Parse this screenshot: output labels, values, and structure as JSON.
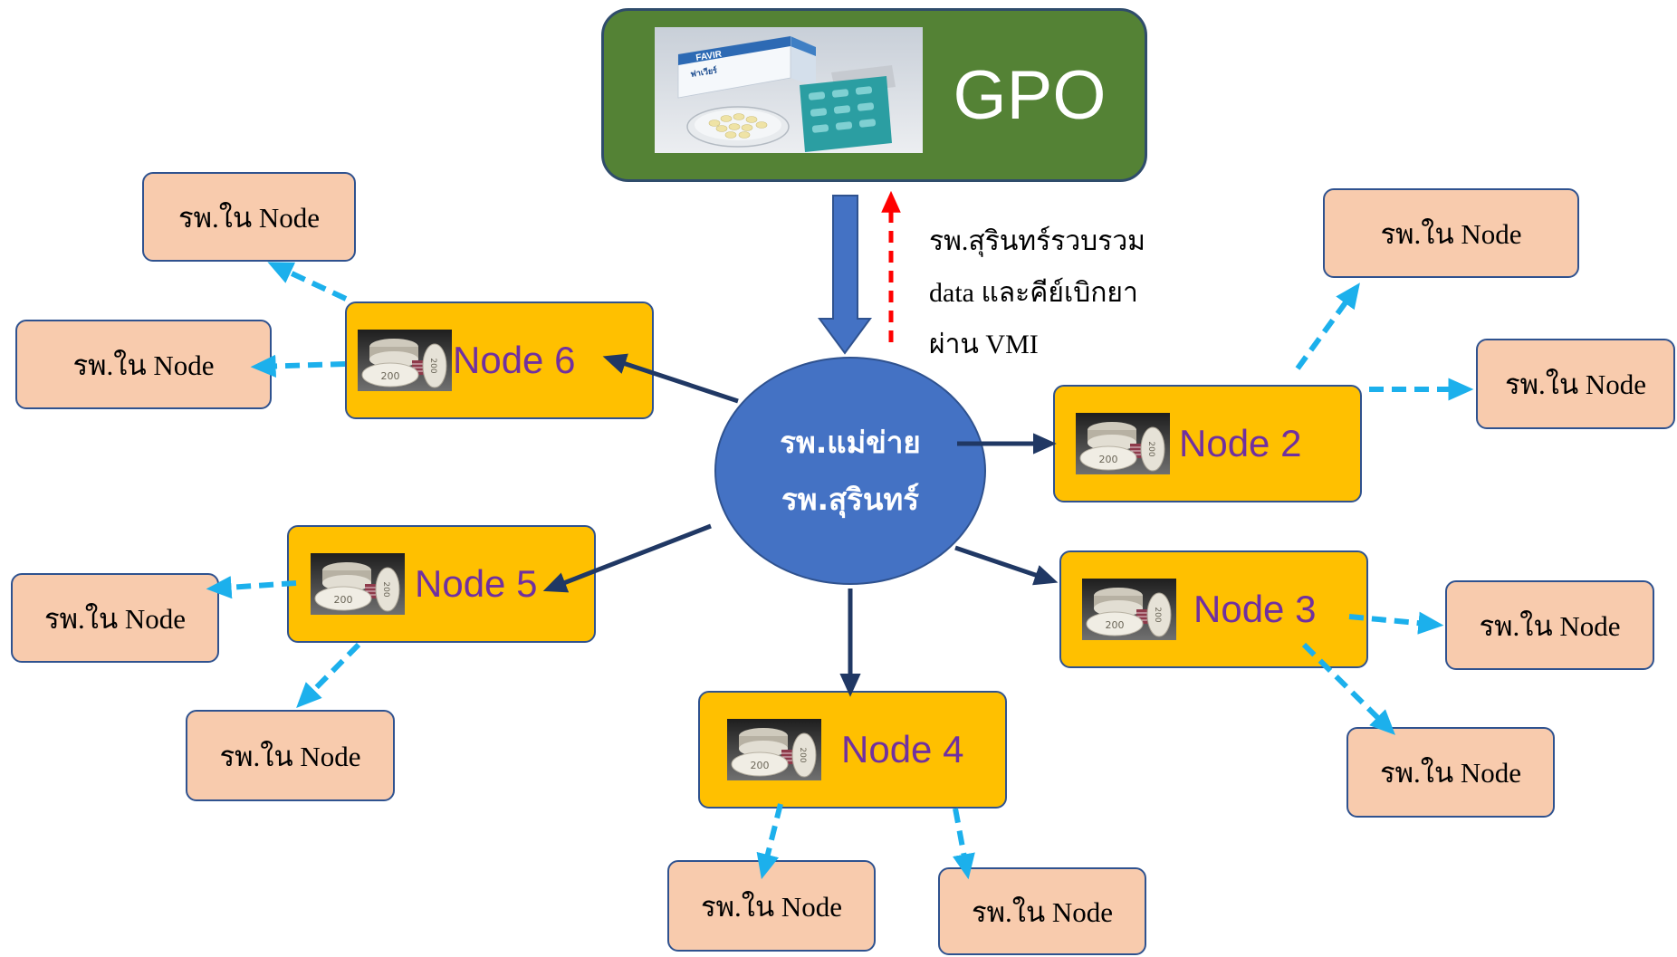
{
  "gpo": {
    "label": "GPO",
    "product_brand": "FAVIR",
    "product_name_th": "ฟาเวียร์"
  },
  "pill_strength": "200",
  "hub": {
    "line1": "รพ.แม่ข่าย",
    "line2": "รพ.สุรินทร์"
  },
  "note": {
    "line1": "รพ.สุรินทร์รวบรวม",
    "line2": "data และคีย์เบิกยา",
    "line3": "ผ่าน VMI"
  },
  "nodes": [
    {
      "label": "Node 6",
      "hospitals": [
        "รพ.ใน Node",
        "รพ.ใน Node"
      ]
    },
    {
      "label": "Node 2",
      "hospitals": [
        "รพ.ใน Node",
        "รพ.ใน Node"
      ]
    },
    {
      "label": "Node 5",
      "hospitals": [
        "รพ.ใน Node",
        "รพ.ใน Node"
      ]
    },
    {
      "label": "Node 3",
      "hospitals": [
        "รพ.ใน Node",
        "รพ.ใน Node"
      ]
    },
    {
      "label": "Node 4",
      "hospitals": [
        "รพ.ใน Node",
        "รพ.ใน Node"
      ]
    }
  ],
  "colors": {
    "gpo_box": "#548235",
    "hub": "#4472c4",
    "node_box": "#ffc000",
    "node_text": "#7030a0",
    "hospital_box": "#f8cbad",
    "distribution_arrow": "#203864",
    "hospital_arrow": "#1cb0ec",
    "request_arrow": "#ff0000"
  }
}
